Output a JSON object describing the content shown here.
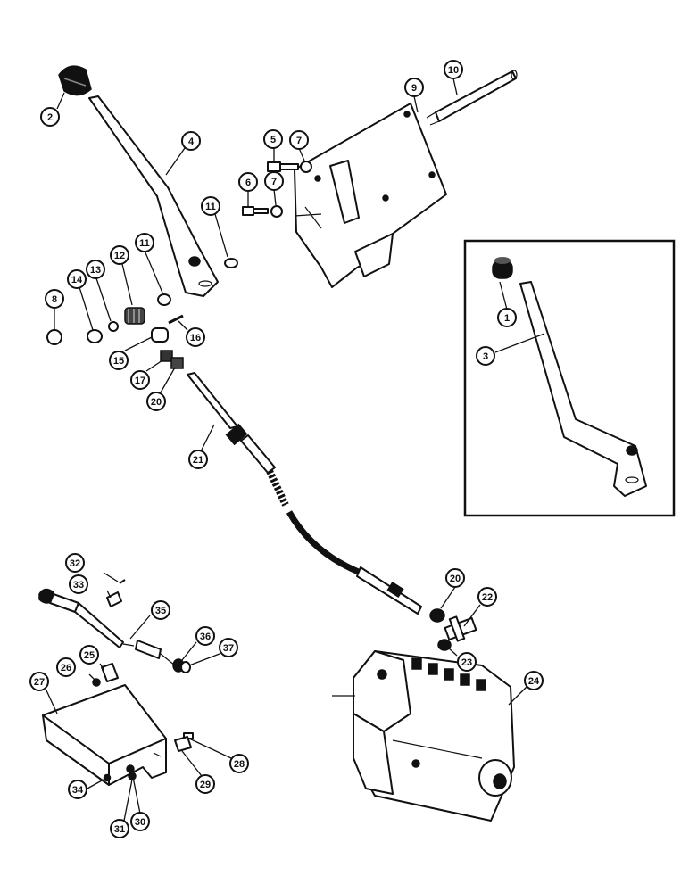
{
  "callouts": [
    {
      "id": "c1",
      "label": "1"
    },
    {
      "id": "c2",
      "label": "2"
    },
    {
      "id": "c3",
      "label": "3"
    },
    {
      "id": "c4",
      "label": "4"
    },
    {
      "id": "c5",
      "label": "5"
    },
    {
      "id": "c6",
      "label": "6"
    },
    {
      "id": "c7a",
      "label": "7"
    },
    {
      "id": "c7b",
      "label": "7"
    },
    {
      "id": "c8",
      "label": "8"
    },
    {
      "id": "c9",
      "label": "9"
    },
    {
      "id": "c10",
      "label": "10"
    },
    {
      "id": "c11a",
      "label": "11"
    },
    {
      "id": "c11b",
      "label": "11"
    },
    {
      "id": "c12",
      "label": "12"
    },
    {
      "id": "c13",
      "label": "13"
    },
    {
      "id": "c14",
      "label": "14"
    },
    {
      "id": "c15",
      "label": "15"
    },
    {
      "id": "c16",
      "label": "16"
    },
    {
      "id": "c17",
      "label": "17"
    },
    {
      "id": "c20a",
      "label": "20"
    },
    {
      "id": "c20b",
      "label": "20"
    },
    {
      "id": "c21",
      "label": "21"
    },
    {
      "id": "c22",
      "label": "22"
    },
    {
      "id": "c23",
      "label": "23"
    },
    {
      "id": "c24",
      "label": "24"
    },
    {
      "id": "c25",
      "label": "25"
    },
    {
      "id": "c26",
      "label": "26"
    },
    {
      "id": "c27",
      "label": "27"
    },
    {
      "id": "c28",
      "label": "28"
    },
    {
      "id": "c29",
      "label": "29"
    },
    {
      "id": "c30",
      "label": "30"
    },
    {
      "id": "c31",
      "label": "31"
    },
    {
      "id": "c32",
      "label": "32"
    },
    {
      "id": "c33",
      "label": "33"
    },
    {
      "id": "c34",
      "label": "34"
    },
    {
      "id": "c35",
      "label": "35"
    },
    {
      "id": "c36",
      "label": "36"
    },
    {
      "id": "c37",
      "label": "37"
    }
  ]
}
